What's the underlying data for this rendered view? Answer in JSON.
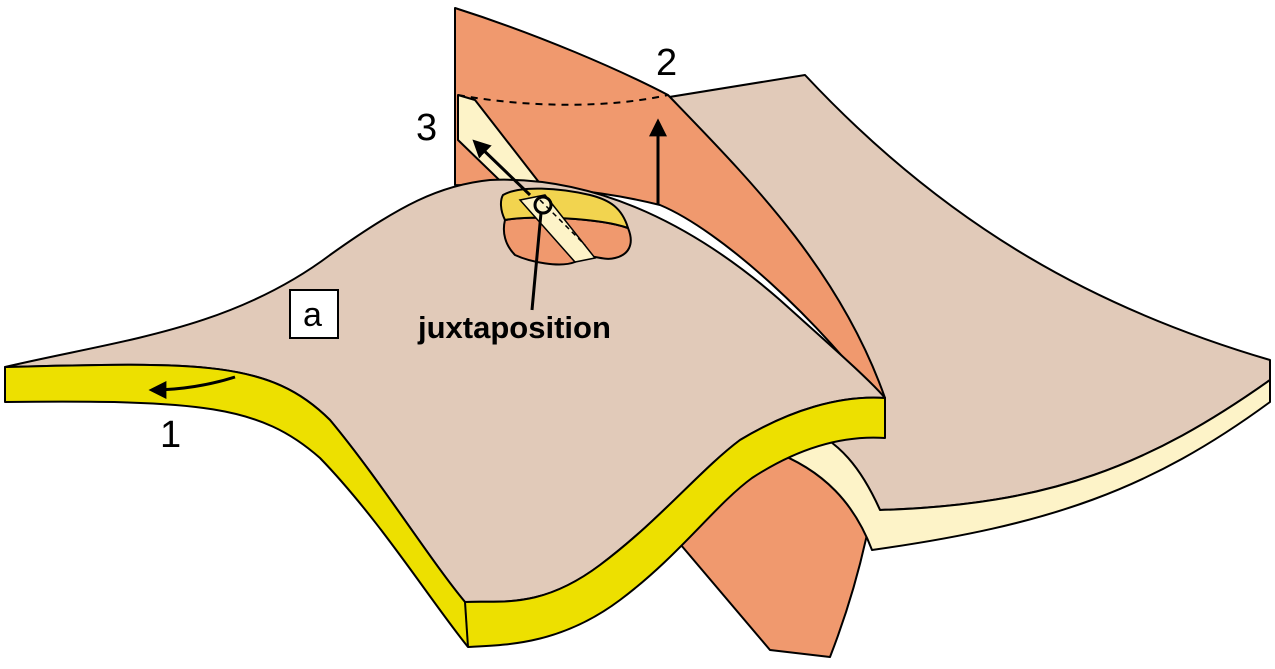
{
  "labels": {
    "one": "1",
    "two": "2",
    "three": "3",
    "juxtaposition": "juxtaposition",
    "panel": "a"
  },
  "colors": {
    "surface": "#e1cab9",
    "fault_plane": "#f0996e",
    "layer_yellow": "#ede000",
    "layer_cream": "#fdf3c8",
    "patch_yellow": "#f2d44f",
    "line": "#000000"
  }
}
